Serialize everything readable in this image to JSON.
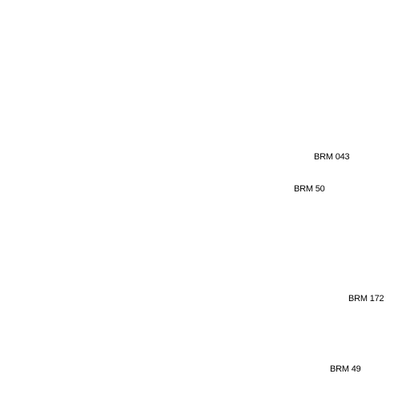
{
  "map": {
    "background_color": "#ffffff",
    "text_color": "#000000",
    "labels": [
      {
        "text": "BRM 043"
      },
      {
        "text": "BRM 50"
      },
      {
        "text": "BRM 172"
      },
      {
        "text": "BRM 49"
      }
    ]
  }
}
